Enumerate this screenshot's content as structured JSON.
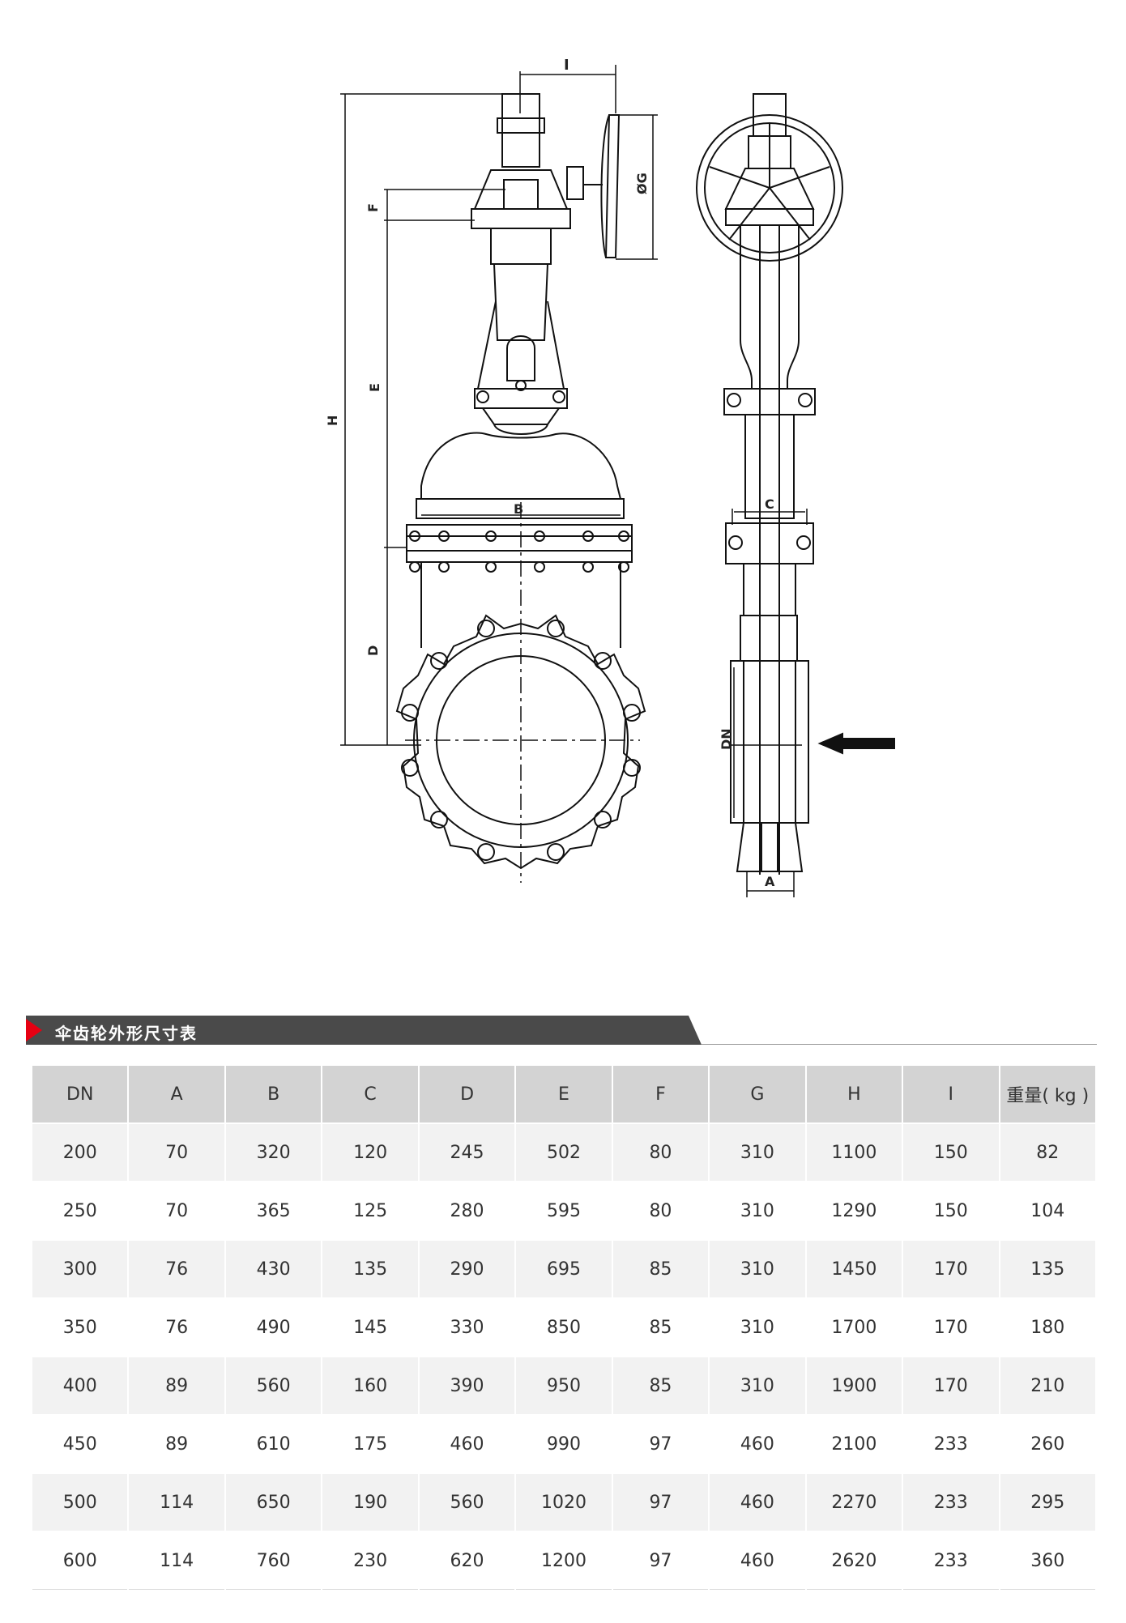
{
  "drawing": {
    "labels": {
      "i": "I",
      "g": "ØG",
      "f": "F",
      "e": "E",
      "h": "H",
      "b": "B",
      "c": "C",
      "d": "D",
      "dn": "DN",
      "a": "A"
    }
  },
  "section": {
    "title": "伞齿轮外形尺寸表"
  },
  "table": {
    "headers": [
      "DN",
      "A",
      "B",
      "C",
      "D",
      "E",
      "F",
      "G",
      "H",
      "I",
      "重量( kg )"
    ],
    "rows": [
      [
        "200",
        "70",
        "320",
        "120",
        "245",
        "502",
        "80",
        "310",
        "1100",
        "150",
        "82"
      ],
      [
        "250",
        "70",
        "365",
        "125",
        "280",
        "595",
        "80",
        "310",
        "1290",
        "150",
        "104"
      ],
      [
        "300",
        "76",
        "430",
        "135",
        "290",
        "695",
        "85",
        "310",
        "1450",
        "170",
        "135"
      ],
      [
        "350",
        "76",
        "490",
        "145",
        "330",
        "850",
        "85",
        "310",
        "1700",
        "170",
        "180"
      ],
      [
        "400",
        "89",
        "560",
        "160",
        "390",
        "950",
        "85",
        "310",
        "1900",
        "170",
        "210"
      ],
      [
        "450",
        "89",
        "610",
        "175",
        "460",
        "990",
        "97",
        "460",
        "2100",
        "233",
        "260"
      ],
      [
        "500",
        "114",
        "650",
        "190",
        "560",
        "1020",
        "97",
        "460",
        "2270",
        "233",
        "295"
      ],
      [
        "600",
        "114",
        "760",
        "230",
        "620",
        "1200",
        "97",
        "460",
        "2620",
        "233",
        "360"
      ]
    ]
  }
}
